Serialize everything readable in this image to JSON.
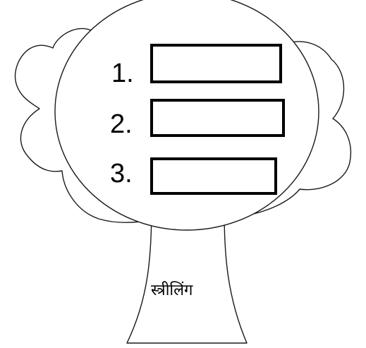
{
  "items": [
    {
      "number": "1."
    },
    {
      "number": "2."
    },
    {
      "number": "3."
    }
  ],
  "trunk_label": "स्त्रीलिंग",
  "colors": {
    "outline": "#1a1a1a",
    "box_border": "#000000",
    "background": "#ffffff"
  }
}
